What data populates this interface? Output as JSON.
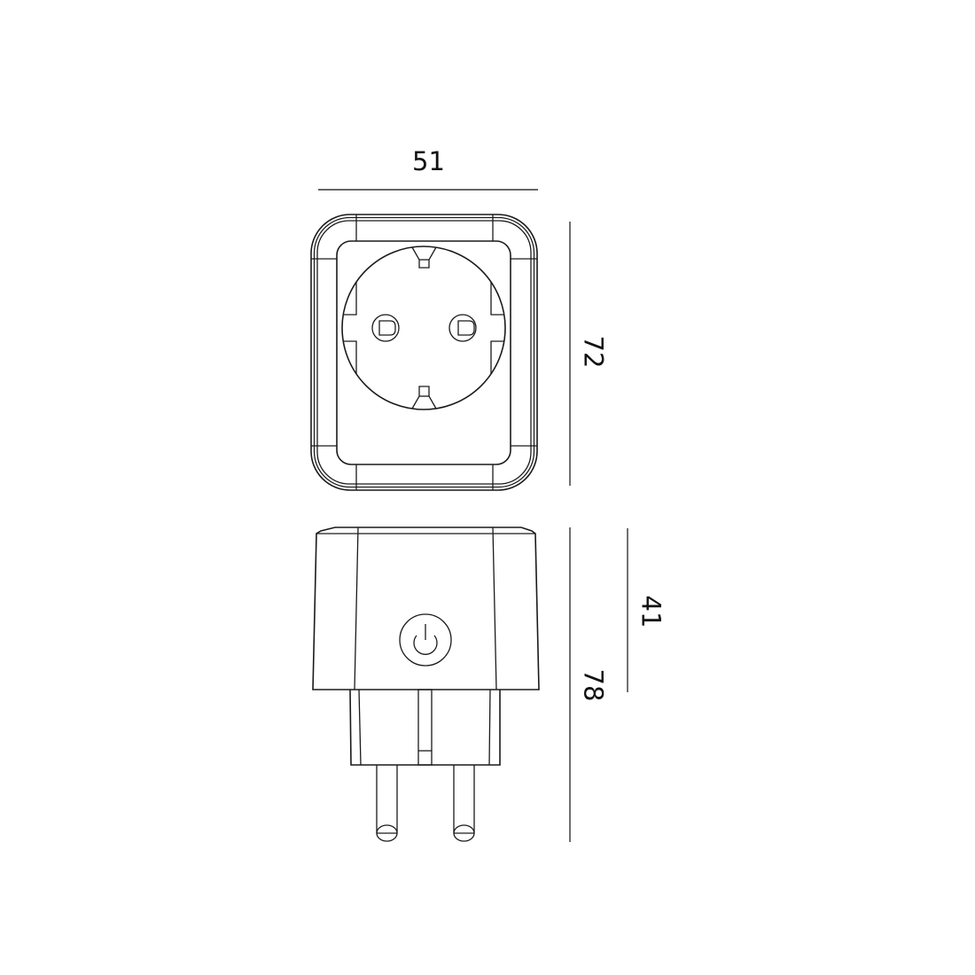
{
  "diagram": {
    "type": "technical dimension drawing",
    "subject": "smart plug (Schuko type)",
    "units": "mm",
    "line_color": "#1a1a1a",
    "background": "#ffffff"
  },
  "views": {
    "front": {
      "name": "front view (socket face)",
      "features": [
        "rounded square housing",
        "circular Schuko socket recess",
        "two pin holes",
        "two earthing clips"
      ]
    },
    "side": {
      "name": "side view",
      "features": [
        "main body",
        "power button",
        "plug base",
        "two pins"
      ],
      "button_icon": "power-icon"
    }
  },
  "dimensions": {
    "width": {
      "value": "51",
      "orientation": "horizontal"
    },
    "height_front": {
      "value": "72",
      "orientation": "vertical"
    },
    "depth_total": {
      "value": "78",
      "orientation": "vertical"
    },
    "depth_body": {
      "value": "41",
      "orientation": "vertical"
    }
  }
}
